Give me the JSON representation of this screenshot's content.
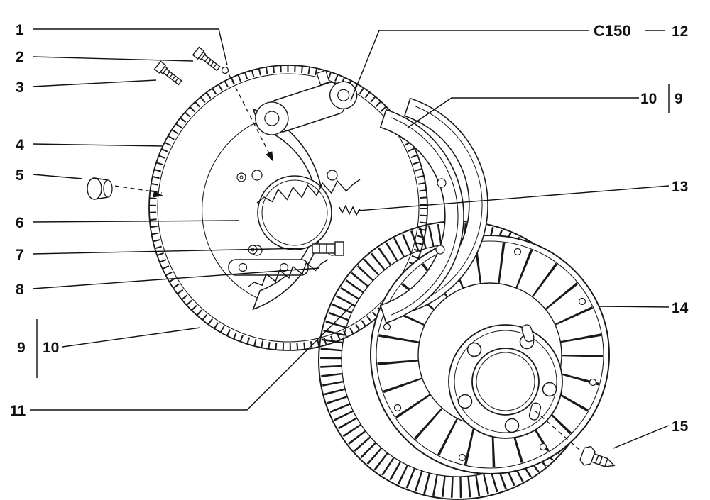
{
  "figure": {
    "assembly_code": "C150",
    "diagram_type": "exploded-parts-diagram",
    "subject": "rear drum brake assembly",
    "accent_color": "#111111",
    "background_color": "#ffffff",
    "callouts": {
      "n1": "1",
      "n2": "2",
      "n3": "3",
      "n4": "4",
      "n5": "5",
      "n6": "6",
      "n7": "7",
      "n8": "8",
      "n9_left": "9",
      "n10_left": "10",
      "n11": "11",
      "n12": "12",
      "n10_right": "10",
      "n9_right": "9",
      "n13": "13",
      "n14": "14",
      "n15": "15"
    }
  }
}
